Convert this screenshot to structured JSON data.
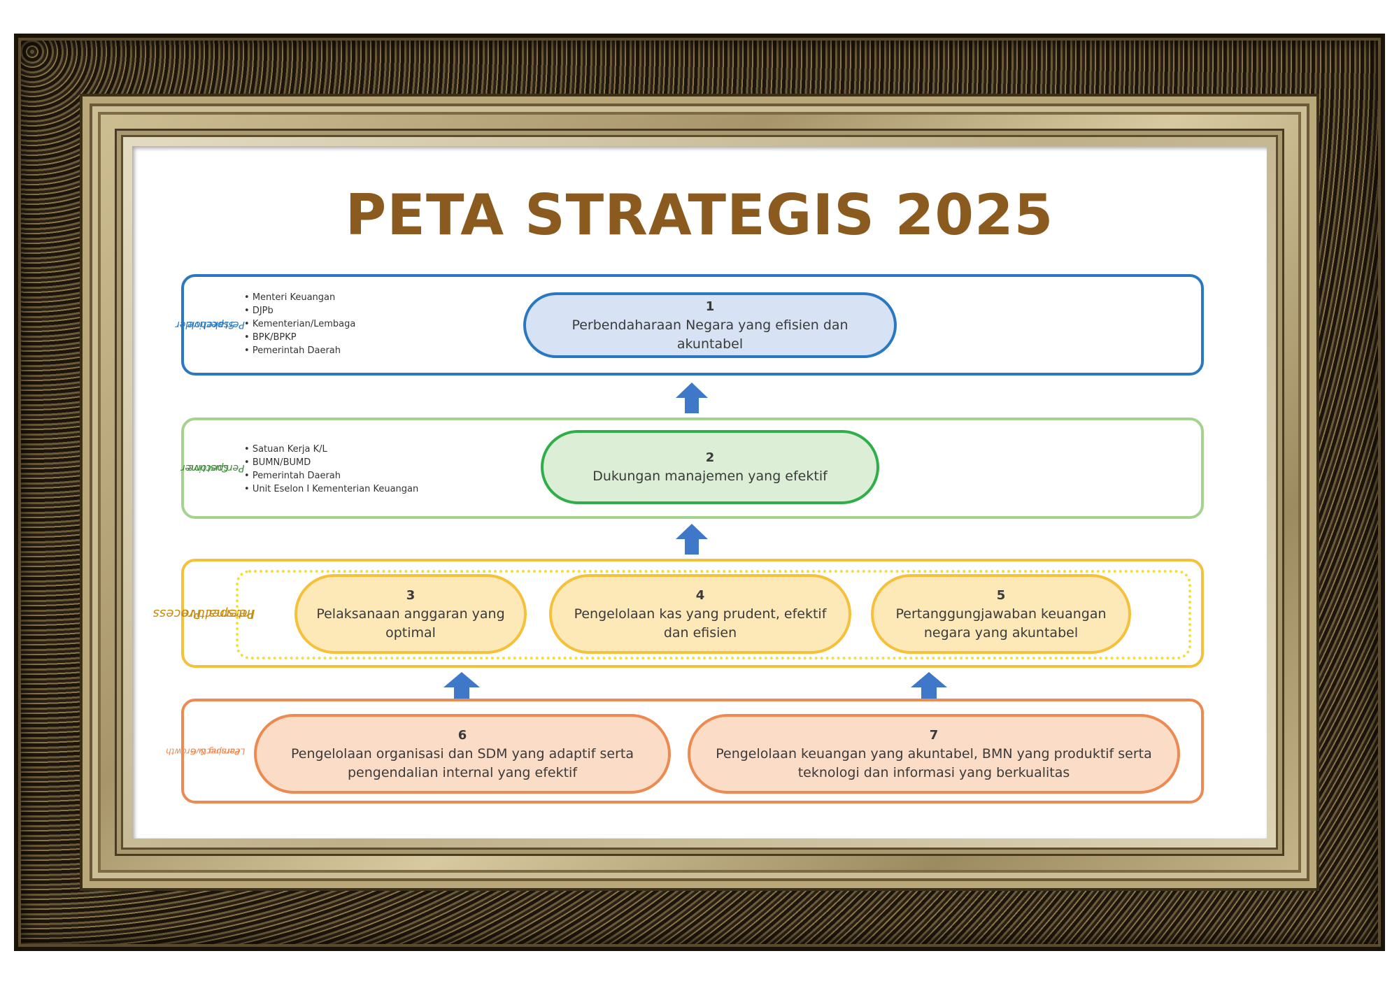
{
  "title": "PETA STRATEGIS 2025",
  "colors": {
    "title": "#8b5a1f",
    "stakeholder": "#2a78c2",
    "customer": "#a6d28f",
    "internal": "#f5c13a",
    "learning": "#ec8a52",
    "arrow": "#3f78c9"
  },
  "perspectives": {
    "stakeholder": {
      "label": [
        "Stakeholder",
        "Perspective"
      ],
      "items": [
        "Menteri Keuangan",
        "DJPb",
        "Kementerian/Lembaga",
        "BPK/BPKP",
        "Pemerintah Daerah"
      ]
    },
    "customer": {
      "label": [
        "Customer",
        "Perspective"
      ],
      "items": [
        "Satuan Kerja K/L",
        "BUMN/BUMD",
        "Pemerintah Daerah",
        "Unit Eselon I Kementerian Keuangan"
      ]
    },
    "internal": {
      "label": [
        "Internal Process",
        "Perspective"
      ]
    },
    "learning": {
      "label": [
        "Learning & Growth",
        "Perspective"
      ]
    }
  },
  "objectives": [
    {
      "num": "1",
      "text": "Perbendaharaan Negara yang efisien dan akuntabel"
    },
    {
      "num": "2",
      "text": "Dukungan manajemen yang efektif"
    },
    {
      "num": "3",
      "text": "Pelaksanaan anggaran yang optimal"
    },
    {
      "num": "4",
      "text": "Pengelolaan kas yang prudent, efektif dan efisien"
    },
    {
      "num": "5",
      "text": "Pertanggungjawaban keuangan negara yang akuntabel"
    },
    {
      "num": "6",
      "text": "Pengelolaan organisasi dan SDM yang adaptif serta pengendalian internal yang efektif"
    },
    {
      "num": "7",
      "text": "Pengelolaan keuangan yang akuntabel, BMN yang produktif serta teknologi dan informasi yang berkualitas"
    }
  ]
}
